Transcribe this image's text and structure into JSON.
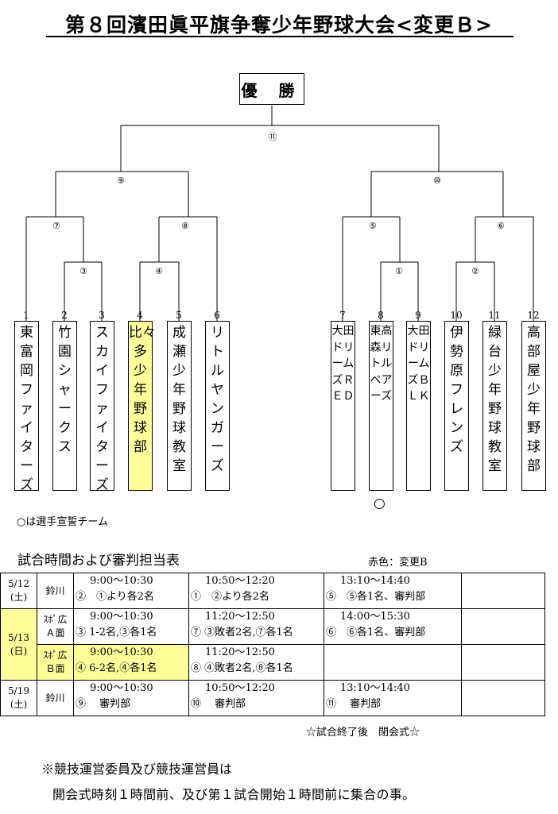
{
  "title": "第８回濱田眞平旗争奪少年野球大会<変更Ｂ>",
  "champion": "優 勝",
  "matches": {
    "m1": "①",
    "m2": "②",
    "m3": "③",
    "m4": "④",
    "m5": "⑤",
    "m6": "⑥",
    "m7": "⑦",
    "m8": "⑧",
    "m9": "⑨",
    "m10": "⑩",
    "m11": "⑪"
  },
  "teams": [
    {
      "num": "1",
      "name": "東富岡ファイターズ"
    },
    {
      "num": "2",
      "name": "竹園シャークス"
    },
    {
      "num": "3",
      "name": "スカイファイターズ"
    },
    {
      "num": "4",
      "name": "比々多少年野球部"
    },
    {
      "num": "5",
      "name": "成瀬少年野球教室"
    },
    {
      "num": "6",
      "name": "リトルヤンガーズ"
    },
    {
      "num": "7",
      "name": "大田ドリームズＲＥＤ"
    },
    {
      "num": "8",
      "name": "東高森リトルベアーズ"
    },
    {
      "num": "9",
      "name": "大田ドリームズＢＬＫ"
    },
    {
      "num": "10",
      "name": "伊勢原フレンズ"
    },
    {
      "num": "11",
      "name": "緑台少年野球教室"
    },
    {
      "num": "12",
      "name": "高部屋少年野球部"
    }
  ],
  "oath_mark": "○",
  "oath_note": "○は選手宣誓チーム",
  "schedule_title": "試合時間および審判担当表",
  "red_note": "赤色：変更B",
  "schedule": {
    "r1": {
      "date": "5/12\n(土)",
      "place": "鈴川",
      "s1": {
        "time": "9:00～10:30",
        "desc": "②　①より各2名"
      },
      "s2": {
        "time": "10:50～12:20",
        "desc": "①　②より各2名"
      },
      "s3": {
        "time": "13:10～14:40",
        "desc": "⑤　⑤各1名、審判部"
      }
    },
    "r2": {
      "date": "5/13\n(日)",
      "place": "ｽﾎﾟ広\nＡ面",
      "s1": {
        "time": "9:00～10:30",
        "desc": "③ 1-2名,③各1名"
      },
      "s2": {
        "time": "11:20～12:50",
        "desc": "⑦ ③敗者2名,⑦各1名"
      },
      "s3": {
        "time": "14:00～15:30",
        "desc": "⑥　⑥各1名、審判部"
      }
    },
    "r3": {
      "place": "ｽﾎﾟ広\nＢ面",
      "s1": {
        "time": "9:00～10:30",
        "desc": "④ 6-2名,④各1名"
      },
      "s2": {
        "time": "11:20～12:50",
        "desc": "⑧ ④敗者2名,⑧各1名"
      }
    },
    "r4": {
      "date": "5/19\n(土)",
      "place": "鈴川",
      "s1": {
        "time": "9:00～10:30",
        "desc": "⑨　 審判部"
      },
      "s2": {
        "time": "10:50～12:20",
        "desc": "⑩　 審判部"
      },
      "s3": {
        "time": "13:10～14:40",
        "desc": "⑪　 審判部"
      }
    }
  },
  "closing": "☆試合終了後　閉会式☆",
  "note1": "※競技運営委員及び競技運営員は",
  "note2": "開会式時刻１時間前、及び第１試合開始１時間前に集合の事。"
}
